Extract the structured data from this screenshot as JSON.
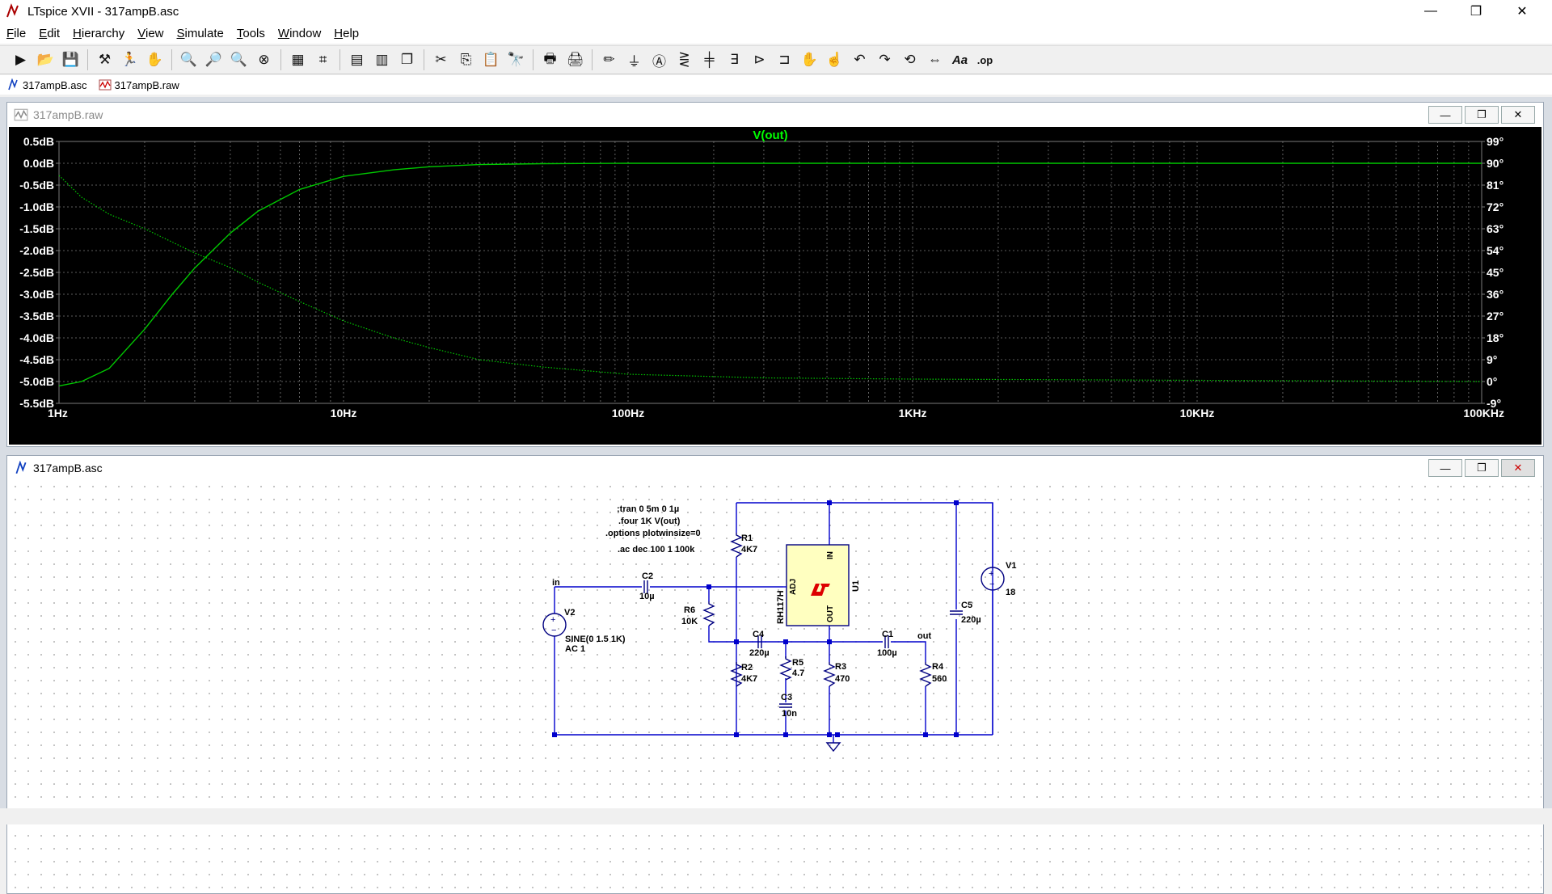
{
  "app": {
    "title": "LTspice XVII - 317ampB.asc",
    "window_controls": {
      "minimize": "—",
      "restore": "❐",
      "close": "✕"
    }
  },
  "menu": [
    "File",
    "Edit",
    "Hierarchy",
    "View",
    "Simulate",
    "Tools",
    "Window",
    "Help"
  ],
  "menu_underline": [
    "F",
    "E",
    "H",
    "V",
    "S",
    "T",
    "W",
    "H"
  ],
  "toolbar": {
    "buttons": [
      "open-schematic",
      "open-file",
      "save",
      "control-panel",
      "run",
      "halt",
      "zoom-in",
      "zoom-pan",
      "zoom-out",
      "zoom-fit",
      "autorange",
      "cursor",
      "tile-horizontal",
      "tile-vertical",
      "cascade",
      "cut",
      "copy",
      "paste",
      "find",
      "print",
      "print-preview",
      "draw-wire",
      "ground",
      "label-net",
      "resistor",
      "capacitor",
      "inductor",
      "diode",
      "component",
      "move",
      "drag",
      "undo",
      "redo",
      "rotate",
      "mirror",
      "text",
      "spice-directive"
    ],
    "text_labels": {
      "text": "Aa",
      "op": ".op"
    }
  },
  "tabs": [
    {
      "label": "317ampB.asc",
      "icon": "schematic-icon"
    },
    {
      "label": "317ampB.raw",
      "icon": "waveform-icon"
    }
  ],
  "plot_window": {
    "title": "317ampB.raw",
    "trace_label": "V(out)",
    "colors": {
      "background": "#000000",
      "trace": "#00c800",
      "grid": "#7a7a7a",
      "label": "#ffffff",
      "trace_label": "#00ff00"
    }
  },
  "schematic_window": {
    "title": "317ampB.asc",
    "directives": [
      ";tran 0 5m 0 1µ",
      ".four 1K V(out)",
      ".options plotwinsize=0",
      ".ac dec 100 1 100k"
    ],
    "components": {
      "R1": {
        "name": "R1",
        "value": "4K7"
      },
      "R2": {
        "name": "R2",
        "value": "4K7"
      },
      "R3": {
        "name": "R3",
        "value": "470"
      },
      "R4": {
        "name": "R4",
        "value": "560"
      },
      "R5": {
        "name": "R5",
        "value": "4.7"
      },
      "R6": {
        "name": "R6",
        "value": "10K"
      },
      "C1": {
        "name": "C1",
        "value": "100µ"
      },
      "C2": {
        "name": "C2",
        "value": "10µ"
      },
      "C3": {
        "name": "C3",
        "value": "10n"
      },
      "C4": {
        "name": "C4",
        "value": "220µ"
      },
      "C5": {
        "name": "C5",
        "value": "220µ"
      },
      "V1": {
        "name": "V1",
        "value": "18"
      },
      "V2": {
        "name": "V2",
        "value": "SINE(0 1.5 1K)",
        "value2": "AC 1"
      },
      "U1": {
        "name": "U1",
        "part": "RH117H",
        "pin_in": "IN",
        "pin_adj": "ADJ",
        "pin_out": "OUT"
      }
    },
    "nets": {
      "in": "in",
      "out": "out"
    },
    "colors": {
      "wire": "#0000cc",
      "component": "#000080",
      "ic_fill": "#ffffc0",
      "logo": "#dd0000",
      "grid_dot": "#9a9a9a"
    }
  },
  "chart_data": {
    "type": "line",
    "title": "V(out)",
    "x_scale": "log",
    "xlim": [
      1,
      100000
    ],
    "x_ticks": [
      "1Hz",
      "10Hz",
      "100Hz",
      "1KHz",
      "10KHz",
      "100KHz"
    ],
    "y_left_ticks": [
      "0.5dB",
      "0.0dB",
      "-0.5dB",
      "-1.0dB",
      "-1.5dB",
      "-2.0dB",
      "-2.5dB",
      "-3.0dB",
      "-3.5dB",
      "-4.0dB",
      "-4.5dB",
      "-5.0dB",
      "-5.5dB"
    ],
    "y_right_ticks": [
      "99°",
      "90°",
      "81°",
      "72°",
      "63°",
      "54°",
      "45°",
      "36°",
      "27°",
      "18°",
      "9°",
      "0°",
      "-9°"
    ],
    "ylim_left": [
      -5.5,
      0.5
    ],
    "ylim_right": [
      -9,
      99
    ],
    "grid": true,
    "series": [
      {
        "name": "V(out)",
        "style": "solid",
        "axis": "left",
        "x": [
          1,
          1.2,
          1.5,
          2,
          2.5,
          3,
          4,
          5,
          7,
          10,
          15,
          20,
          30,
          50,
          100,
          300,
          1000,
          10000,
          100000
        ],
        "y": [
          -5.1,
          -5.0,
          -4.7,
          -3.8,
          -3.0,
          -2.4,
          -1.6,
          -1.1,
          -0.6,
          -0.3,
          -0.15,
          -0.08,
          -0.03,
          -0.01,
          0.0,
          0.0,
          0.0,
          0.0,
          0.0
        ]
      },
      {
        "name": "phase",
        "style": "dotted",
        "axis": "right",
        "x": [
          1,
          1.2,
          1.5,
          2,
          3,
          4,
          5,
          7,
          10,
          15,
          20,
          30,
          50,
          100,
          300,
          1000,
          10000,
          100000
        ],
        "y": [
          85,
          76,
          69,
          63,
          53,
          47,
          41,
          33,
          25,
          18,
          14,
          9,
          6,
          3,
          1.5,
          1,
          0.5,
          0
        ]
      }
    ]
  }
}
